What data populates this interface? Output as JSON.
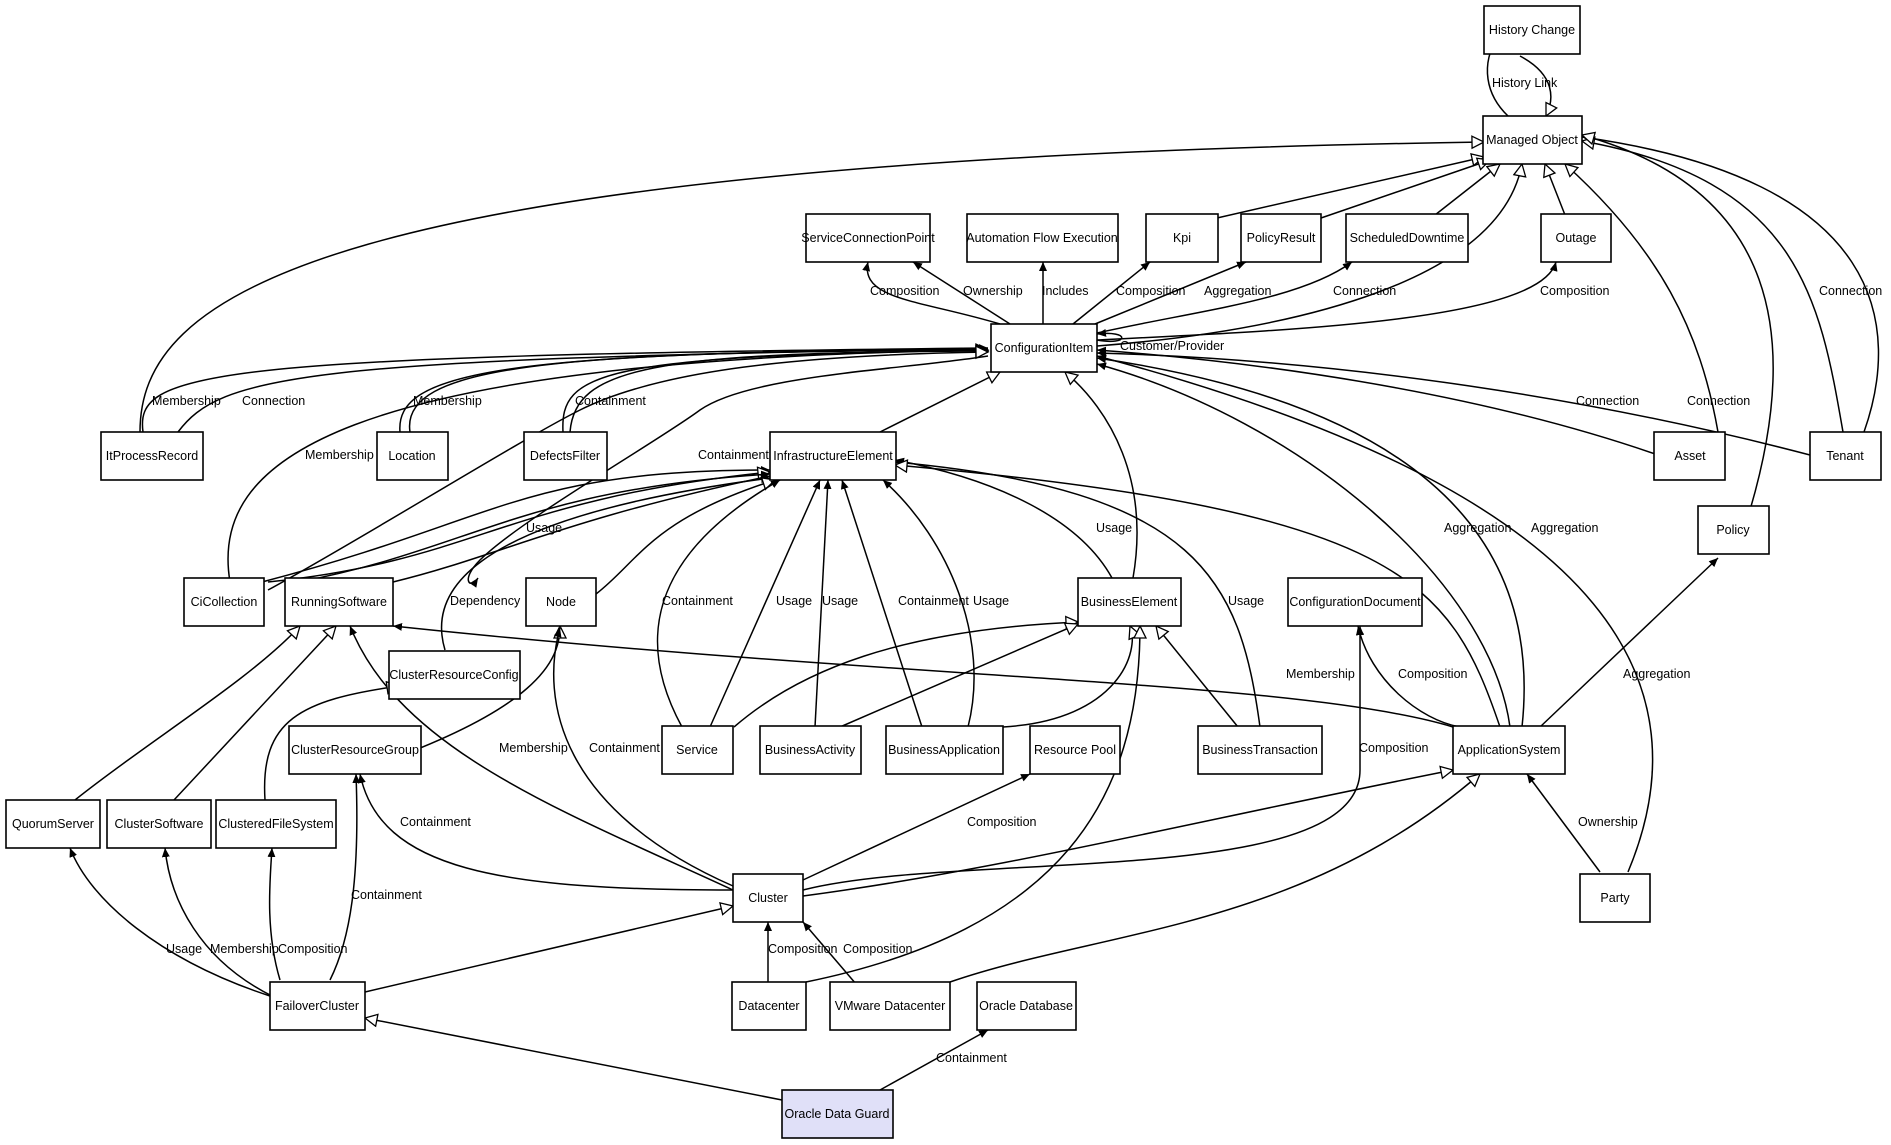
{
  "highlight_fill": "#e0e0f8",
  "node_fill": "#ffffff",
  "nodes": {
    "history_change": "History Change",
    "managed_object": "Managed Object",
    "service_connection_point": "ServiceConnectionPoint",
    "automation_flow_execution": "Automation Flow Execution",
    "kpi": "Kpi",
    "policy_result": "PolicyResult",
    "scheduled_downtime": "ScheduledDowntime",
    "outage": "Outage",
    "configuration_item": "ConfigurationItem",
    "it_process_record": "ItProcessRecord",
    "location": "Location",
    "defects_filter": "DefectsFilter",
    "infrastructure_element": "InfrastructureElement",
    "asset": "Asset",
    "tenant": "Tenant",
    "policy": "Policy",
    "ci_collection": "CiCollection",
    "running_software": "RunningSoftware",
    "node": "Node",
    "business_element": "BusinessElement",
    "configuration_document": "ConfigurationDocument",
    "cluster_resource_config": "ClusterResourceConfig",
    "cluster_resource_group": "ClusterResourceGroup",
    "service": "Service",
    "business_activity": "BusinessActivity",
    "business_application": "BusinessApplication",
    "resource_pool": "Resource Pool",
    "business_transaction": "BusinessTransaction",
    "application_system": "ApplicationSystem",
    "quorum_server": "QuorumServer",
    "cluster_software": "ClusterSoftware",
    "clustered_file_system": "ClusteredFileSystem",
    "cluster": "Cluster",
    "party": "Party",
    "failover_cluster": "FailoverCluster",
    "datacenter": "Datacenter",
    "vmware_datacenter": "VMware Datacenter",
    "oracle_database": "Oracle Database",
    "oracle_data_guard": "Oracle Data Guard"
  },
  "edge_labels": {
    "history_link": "History Link",
    "ci_composition_scp": "Composition",
    "ci_ownership_scp": "Ownership",
    "ci_includes_afe": "Includes",
    "ci_composition_kpi": "Composition",
    "ci_aggregation_policyresult": "Aggregation",
    "ci_connection_downtime": "Connection",
    "ci_composition_outage": "Composition",
    "ci_customer_provider": "Customer/Provider",
    "itpr_membership": "Membership",
    "itpr_connection": "Connection",
    "location_membership": "Membership",
    "cicollection_membership": "Membership",
    "defects_containment": "Containment",
    "asset_connection": "Connection",
    "tenant_connection_ci": "Connection",
    "tenant_connection_mo": "Connection",
    "ci_containment": "Containment",
    "rs_usage": "Usage",
    "be_usage": "Usage",
    "appsys_aggregation_1": "Aggregation",
    "appsys_aggregation_2": "Aggregation",
    "crc_dependency": "Dependency",
    "service_containment": "Containment",
    "service_usage": "Usage",
    "ba_usage": "Usage",
    "bapp_containment": "Containment",
    "bapp_usage": "Usage",
    "bt_usage": "Usage",
    "appsys_membership": "Membership",
    "appsys_composition": "Composition",
    "party_aggregation": "Aggregation",
    "cluster_membership": "Membership",
    "cluster_containment_node": "Containment",
    "cluster_composition_doc": "Composition",
    "cluster_containment_crg": "Containment",
    "cluster_composition_rp": "Composition",
    "party_ownership": "Ownership",
    "fc_containment": "Containment",
    "fc_usage": "Usage",
    "fc_membership": "Membership",
    "fc_composition": "Composition",
    "dc_composition": "Composition",
    "vmw_composition": "Composition",
    "odg_containment": "Containment"
  }
}
